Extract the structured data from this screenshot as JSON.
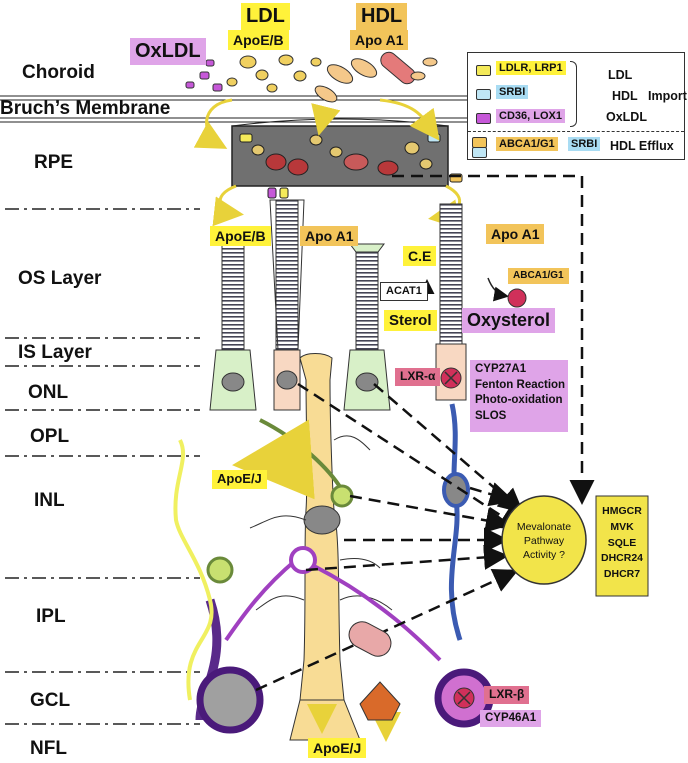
{
  "layers": {
    "choroid": "Choroid",
    "bruch": "Bruch’s Membrane",
    "rpe": "RPE",
    "os": "OS Layer",
    "is": "IS  Layer",
    "onl": "ONL",
    "opl": "OPL",
    "inl": "INL",
    "ipl": "IPL",
    "gcl": "GCL",
    "nfl": "NFL"
  },
  "top": {
    "ldl": "LDL",
    "apoe_b": "ApoE/B",
    "hdl": "HDL",
    "apo_a1": "Apo A1",
    "oxldl": "OxLDL"
  },
  "legend": {
    "ldlr": "LDLR, LRP1",
    "srbi": "SRBI",
    "cd36": "CD36, LOX1",
    "abca1": "ABCA1/G1",
    "srbi2": "SRBI",
    "ldl": "LDL",
    "hdl": "HDL",
    "import": "Import",
    "oxldl": "OxLDL",
    "efflux": "HDL Efflux",
    "colors": {
      "ldlr": "#f4ea5a",
      "srbi": "#bfe6f5",
      "cd36": "#c658d8",
      "abca1": "#f2c45a"
    }
  },
  "labels": {
    "apoe_b_os": "ApoE/B",
    "apo_a1_os": "Apo A1",
    "apo_a1_right": "Apo A1",
    "ce": "C.E",
    "acat1": "ACAT1",
    "abca1_g1": "ABCA1/G1",
    "sterol": "Sterol",
    "oxysterol": "Oxysterol",
    "lxr_a": "LXR-α",
    "cyp_list": [
      "CYP27A1",
      "Fenton Reaction",
      "Photo-oxidation",
      "SLOS"
    ],
    "apoe_j_inl": "ApoE/J",
    "apoe_j_bottom": "ApoE/J",
    "lxr_b": "LXR-β",
    "cyp46a1": "CYP46A1",
    "mevalonate": [
      "Mevalonate",
      "Pathway",
      "Activity ?"
    ],
    "enzymes": [
      "HMGCR",
      "MVK",
      "SQLE",
      "DHCR24",
      "DHCR7"
    ]
  },
  "colors": {
    "muller": "#f8dc95",
    "rpe": "#6f6f6f",
    "rod": "#f8d8c2",
    "cone": "#d8f0c8",
    "bipolar": "#3b5bb2",
    "ganglion": "#5a2a8a",
    "amacrine": "#f0f060",
    "mevalonate": "#f2e44a"
  }
}
